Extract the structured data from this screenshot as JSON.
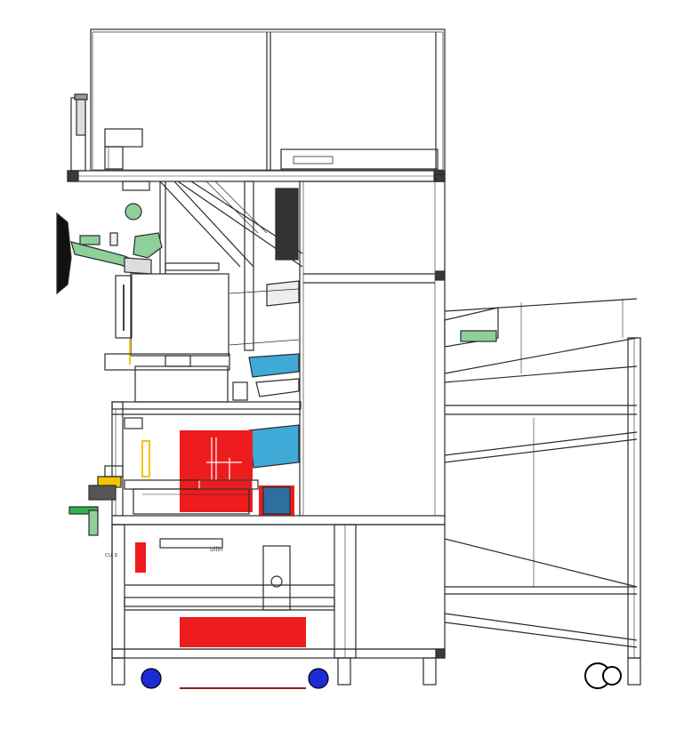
{
  "colors": {
    "line": "#2b2b2b",
    "frame": "#555555",
    "red": "#ee1c1c",
    "blue_belt": "#3fa9d8",
    "green_arm": "#8fcf9a",
    "green_bright": "#2fb34a",
    "yellow": "#f2c500",
    "wheel_blue": "#1c2bd6",
    "motor_blue": "#2d6f9e",
    "dark": "#3a3a3a"
  },
  "labels": {
    "small_label_left": "cu s",
    "small_label_mid": "ullln"
  },
  "icons": [
    "machine-drawing",
    "caster-wheel-icon",
    "sensor-icon",
    "motor-icon"
  ]
}
